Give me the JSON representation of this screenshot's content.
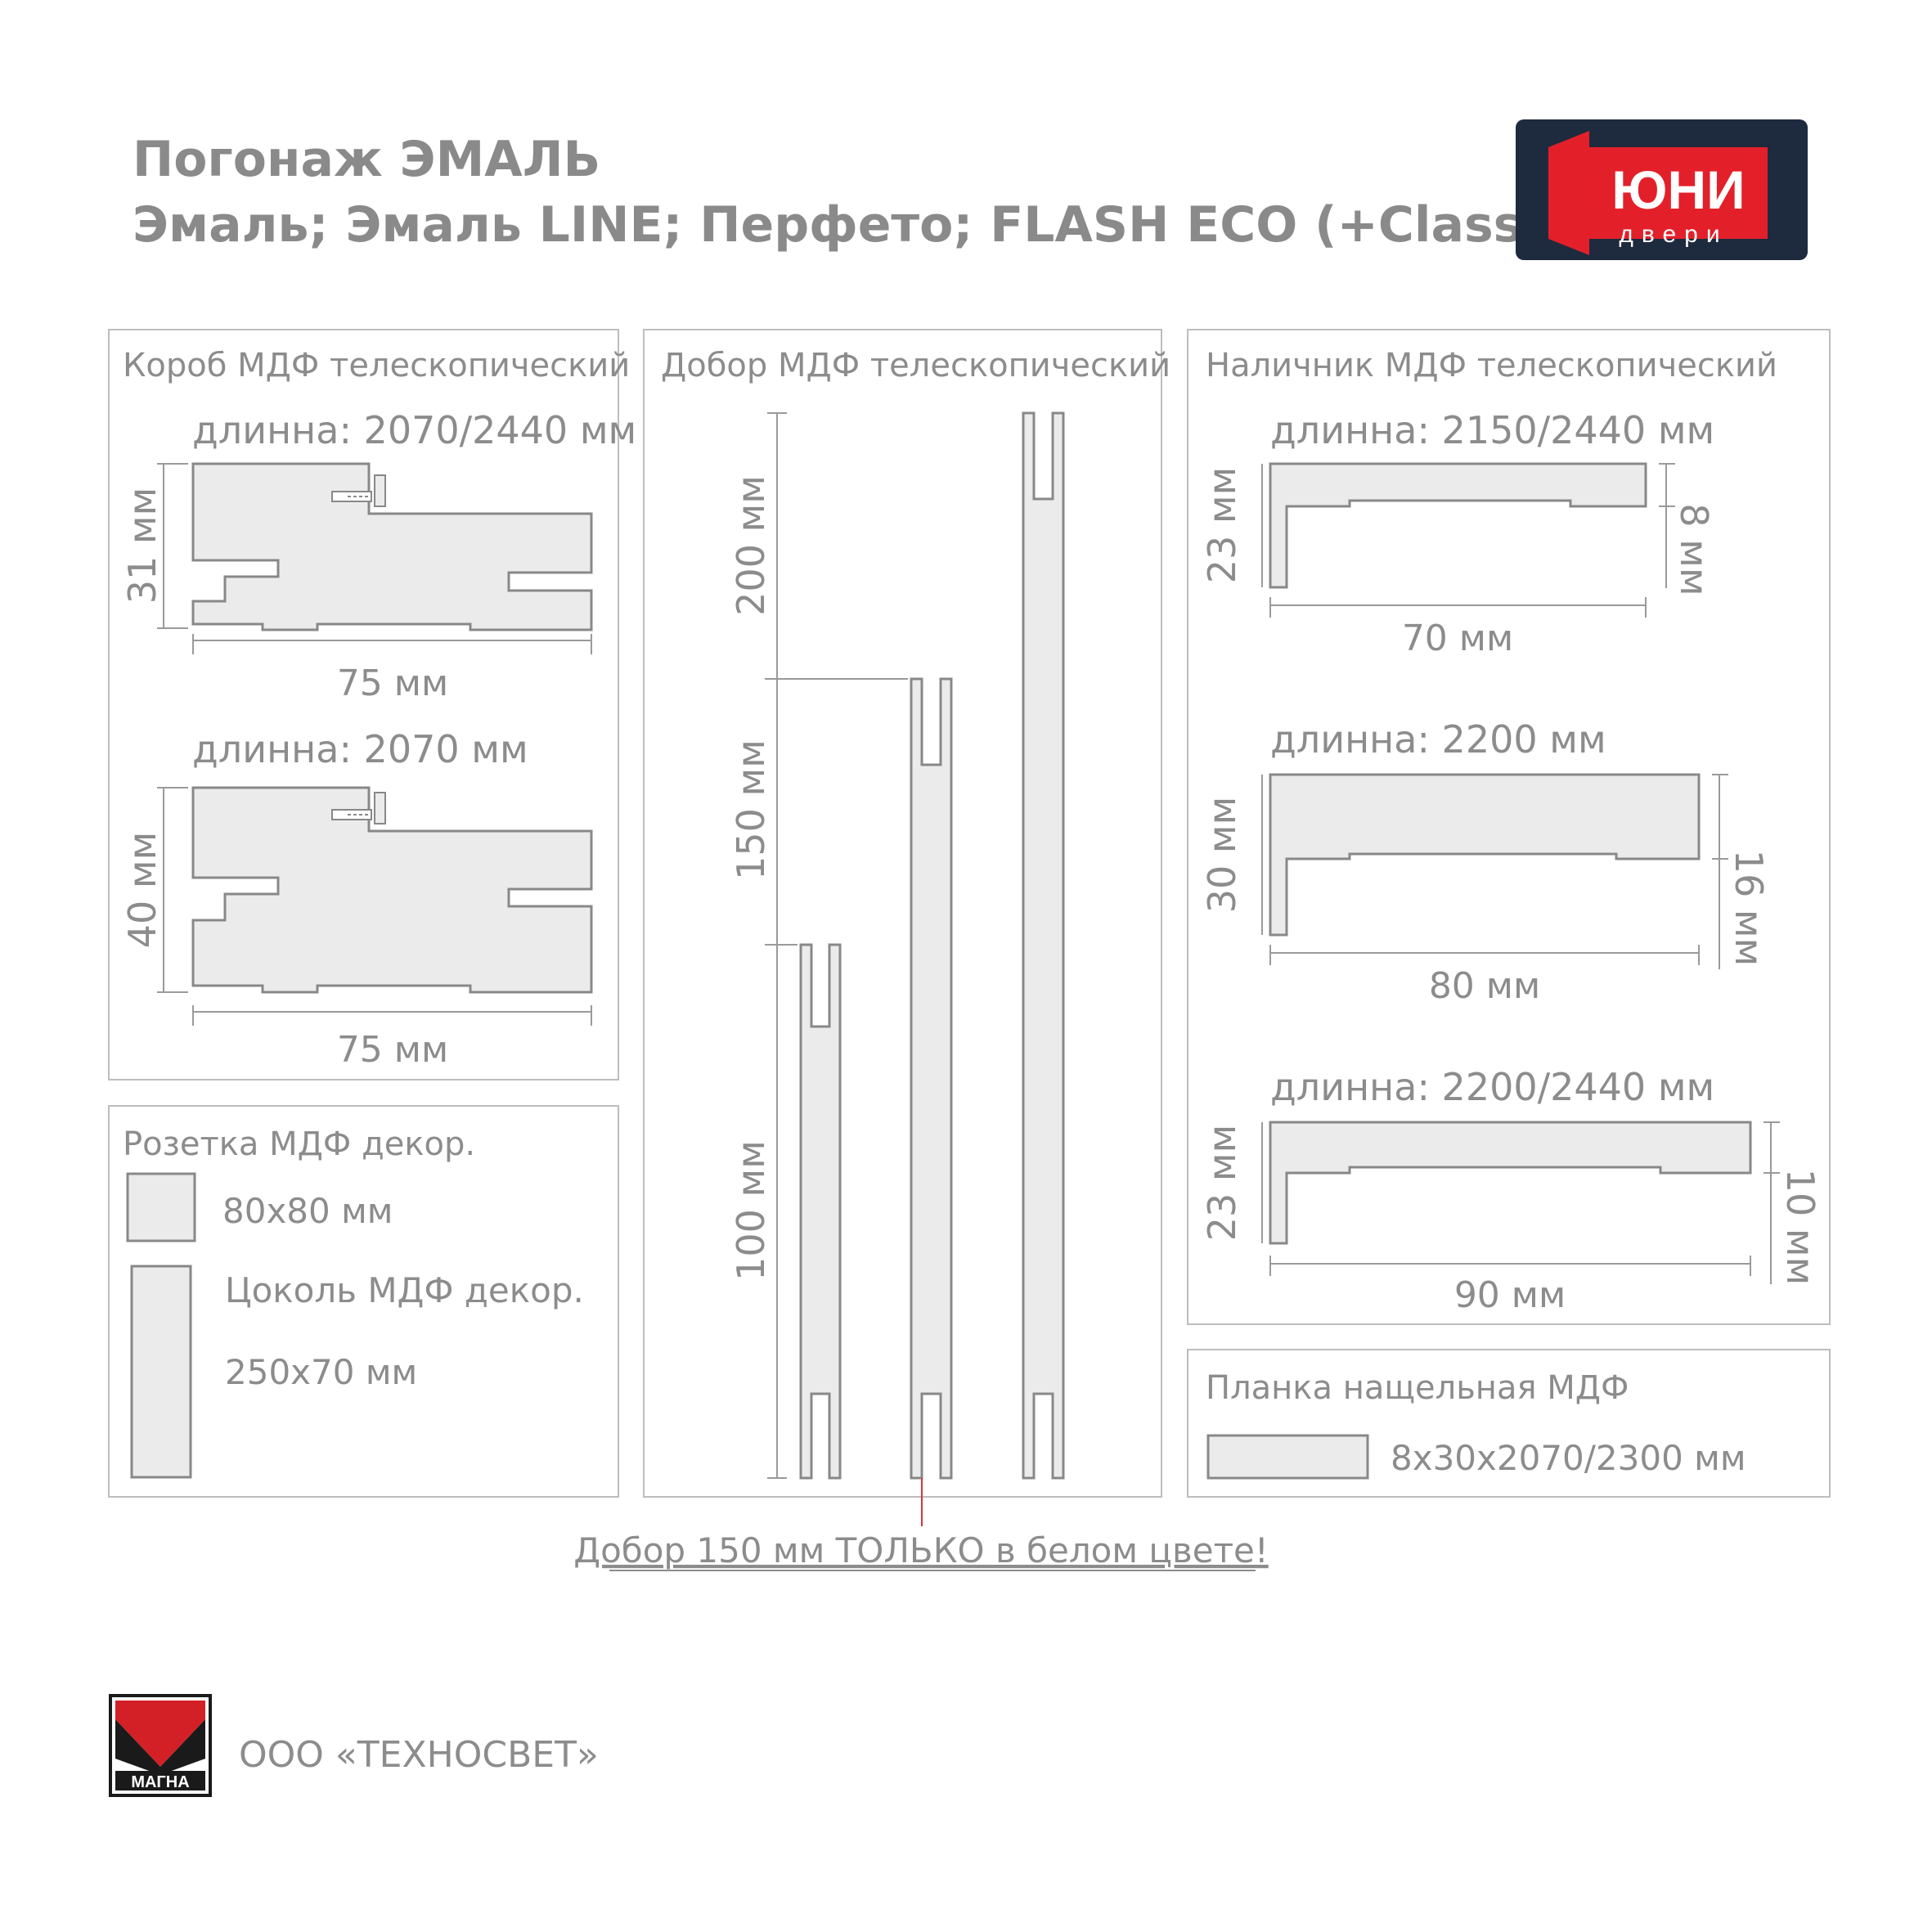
{
  "header": {
    "title_line1": "Погонаж ЭМАЛЬ",
    "title_line2": "Эмаль; Эмаль LINE; Перфето; FLASH ECO (+Classic)"
  },
  "brand_logo": {
    "text": "ЮНИ",
    "subtext": "двери",
    "bg_color": "#1e2a3d",
    "accent_color": "#e3202a"
  },
  "korob": {
    "title": "Короб МДФ телескопический",
    "profile1": {
      "length_label": "длинна: 2070/2440 мм",
      "height_label": "31 мм",
      "width_label": "75 мм"
    },
    "profile2": {
      "length_label": "длинна: 2070 мм",
      "height_label": "40 мм",
      "width_label": "75 мм"
    }
  },
  "rozetka": {
    "title": "Розетка МДФ декор.",
    "size_label": "80х80 мм",
    "plinth_title": "Цоколь МДФ декор.",
    "plinth_size_label": "250х70 мм"
  },
  "dobor": {
    "title": "Добор МДФ телескопический",
    "dim_200": "200 мм",
    "dim_150": "150 мм",
    "dim_100": "100 мм",
    "note": "Добор 150 мм ТОЛЬКО в белом цвете!",
    "note_color": "#d8323c"
  },
  "nalichnik": {
    "title": "Наличник МДФ телескопический",
    "profile1": {
      "length_label": "длинна: 2150/2440 мм",
      "height_label": "23 мм",
      "thickness_label": "8 мм",
      "width_label": "70 мм"
    },
    "profile2": {
      "length_label": "длинна: 2200 мм",
      "height_label": "30 мм",
      "thickness_label": "16 мм",
      "width_label": "80 мм"
    },
    "profile3": {
      "length_label": "длинна: 2200/2440 мм",
      "height_label": "23 мм",
      "thickness_label": "10 мм",
      "width_label": "90 мм"
    }
  },
  "planka": {
    "title": "Планка нащельная МДФ",
    "size_label": "8х30х2070/2300 мм"
  },
  "footer": {
    "logo_text": "МАГНА",
    "company": "ООО «ТЕХНОСВЕТ»",
    "logo_red": "#d32027"
  }
}
